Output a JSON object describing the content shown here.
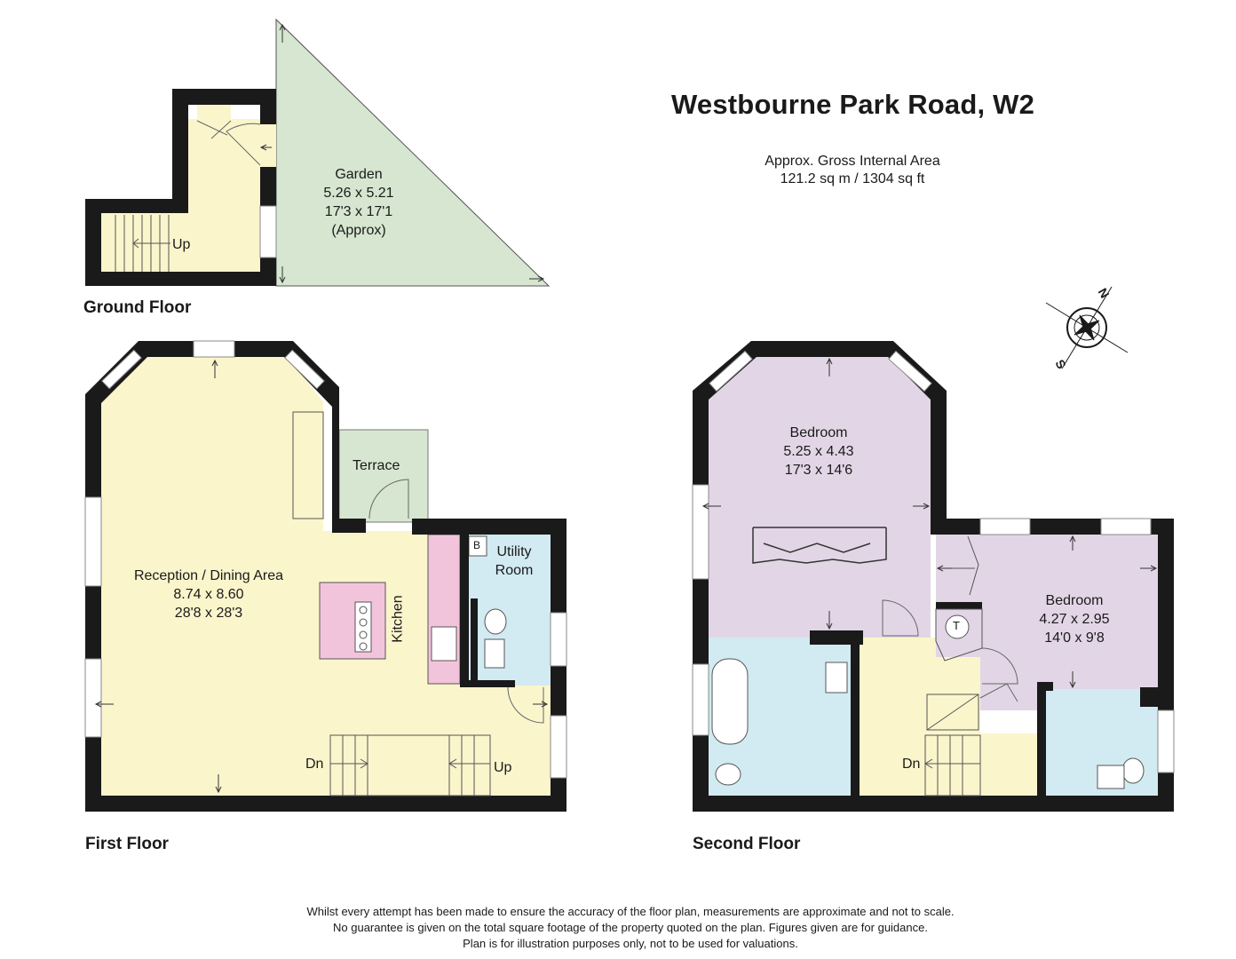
{
  "header": {
    "title": "Westbourne Park Road, W2",
    "area_label": "Approx. Gross Internal Area",
    "area_value": "121.2 sq m / 1304 sq ft"
  },
  "floors": {
    "ground": {
      "label": "Ground Floor"
    },
    "first": {
      "label": "First Floor"
    },
    "second": {
      "label": "Second Floor"
    }
  },
  "rooms": {
    "garden": {
      "name": "Garden",
      "metric": "5.26 x 5.21",
      "imperial": "17'3 x 17'1",
      "note": "(Approx)"
    },
    "reception": {
      "name": "Reception / Dining Area",
      "metric": "8.74 x 8.60",
      "imperial": "28'8 x 28'3"
    },
    "terrace": {
      "name": "Terrace"
    },
    "kitchen": {
      "name": "Kitchen"
    },
    "utility": {
      "name": "Utility Room",
      "line1": "Utility",
      "line2": "Room"
    },
    "bedroom1": {
      "name": "Bedroom",
      "metric": "5.25 x 4.43",
      "imperial": "17'3 x 14'6"
    },
    "bedroom2": {
      "name": "Bedroom",
      "metric": "4.27 x 2.95",
      "imperial": "14'0 x 9'8"
    }
  },
  "stairs": {
    "ground_up": "Up",
    "first_dn": "Dn",
    "first_up": "Up",
    "second_dn": "Dn"
  },
  "fixtures": {
    "boiler": "B",
    "tank": "T"
  },
  "compass": {
    "north": "N",
    "south": "S"
  },
  "colors": {
    "wall": "#1a1a1a",
    "living": "#fbf5cc",
    "garden": "#d6e6d0",
    "bedroom": "#e2d6e6",
    "bathroom": "#d2eaf2",
    "kitchen": "#f2c4dc"
  },
  "disclaimer": {
    "line1": "Whilst every attempt has been made to ensure the accuracy of the floor plan, measurements are approximate and not to scale.",
    "line2": "No guarantee is given on the total square footage of the property quoted on the plan. Figures given are for guidance.",
    "line3": "Plan is for illustration purposes only, not to be used for valuations."
  }
}
